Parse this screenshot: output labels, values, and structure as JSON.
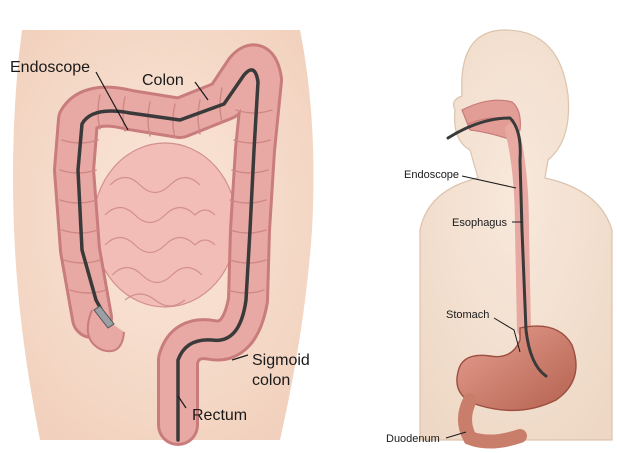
{
  "colors": {
    "skin_left": "#f6dccb",
    "skin_right": "#f3e1cf",
    "intestine": "#e7a8a3",
    "intestine_dark": "#c9797a",
    "small_intestine": "#f0b9b4",
    "stomach": "#d98878",
    "scope": "#3c3c3c",
    "outline": "#b98f7a"
  },
  "left_panel": {
    "labels": {
      "endoscope": "Endoscope",
      "colon": "Colon",
      "sigmoid_line1": "Sigmoid",
      "sigmoid_line2": "colon",
      "rectum": "Rectum"
    }
  },
  "right_panel": {
    "labels": {
      "endoscope": "Endoscope",
      "esophagus": "Esophagus",
      "stomach": "Stomach",
      "duodenum": "Duodenum"
    }
  }
}
